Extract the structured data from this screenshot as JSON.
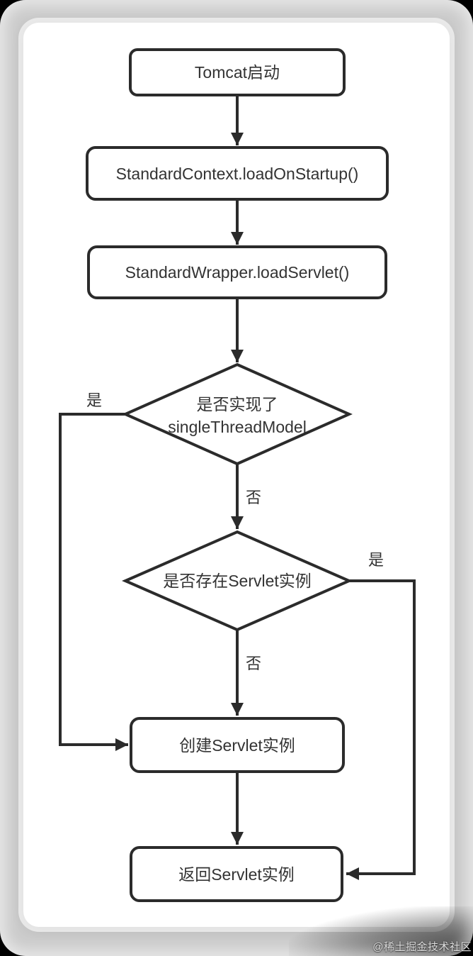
{
  "page": {
    "background_color": "#000000",
    "frame_color": "#cbcbcb",
    "panel_color": "#ffffff"
  },
  "watermark": {
    "text": "@稀土掘金技术社区"
  },
  "flowchart": {
    "type": "flowchart",
    "colors": {
      "stroke": "#2b2b2b",
      "text": "#333333",
      "node_fill": "#ffffff"
    },
    "nodes": {
      "start": {
        "label": "Tomcat启动"
      },
      "load_on_startup": {
        "label": "StandardContext.loadOnStartup()"
      },
      "load_servlet": {
        "label": "StandardWrapper.loadServlet()"
      },
      "single_thread_check": {
        "label_line1": "是否实现了",
        "label_line2": "singleThreadModel"
      },
      "instance_exists_check": {
        "label": "是否存在Servlet实例"
      },
      "create_instance": {
        "label": "创建Servlet实例"
      },
      "return_instance": {
        "label": "返回Servlet实例"
      }
    },
    "edge_labels": {
      "single_thread_yes": "是",
      "single_thread_no": "否",
      "instance_exists_yes": "是",
      "instance_exists_no": "否"
    }
  }
}
